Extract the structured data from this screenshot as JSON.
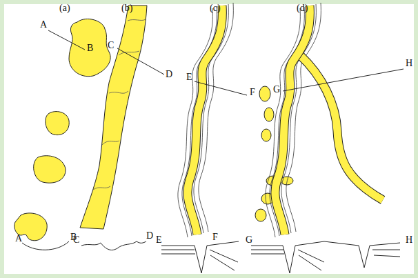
{
  "diagram": {
    "labels": [
      "(a)",
      "(b)",
      "(c)",
      "(d)",
      "A",
      "B",
      "C",
      "D",
      "E",
      "F",
      "G",
      "H",
      "A",
      "B",
      "C",
      "D",
      "E",
      "F",
      "G",
      "H"
    ]
  }
}
